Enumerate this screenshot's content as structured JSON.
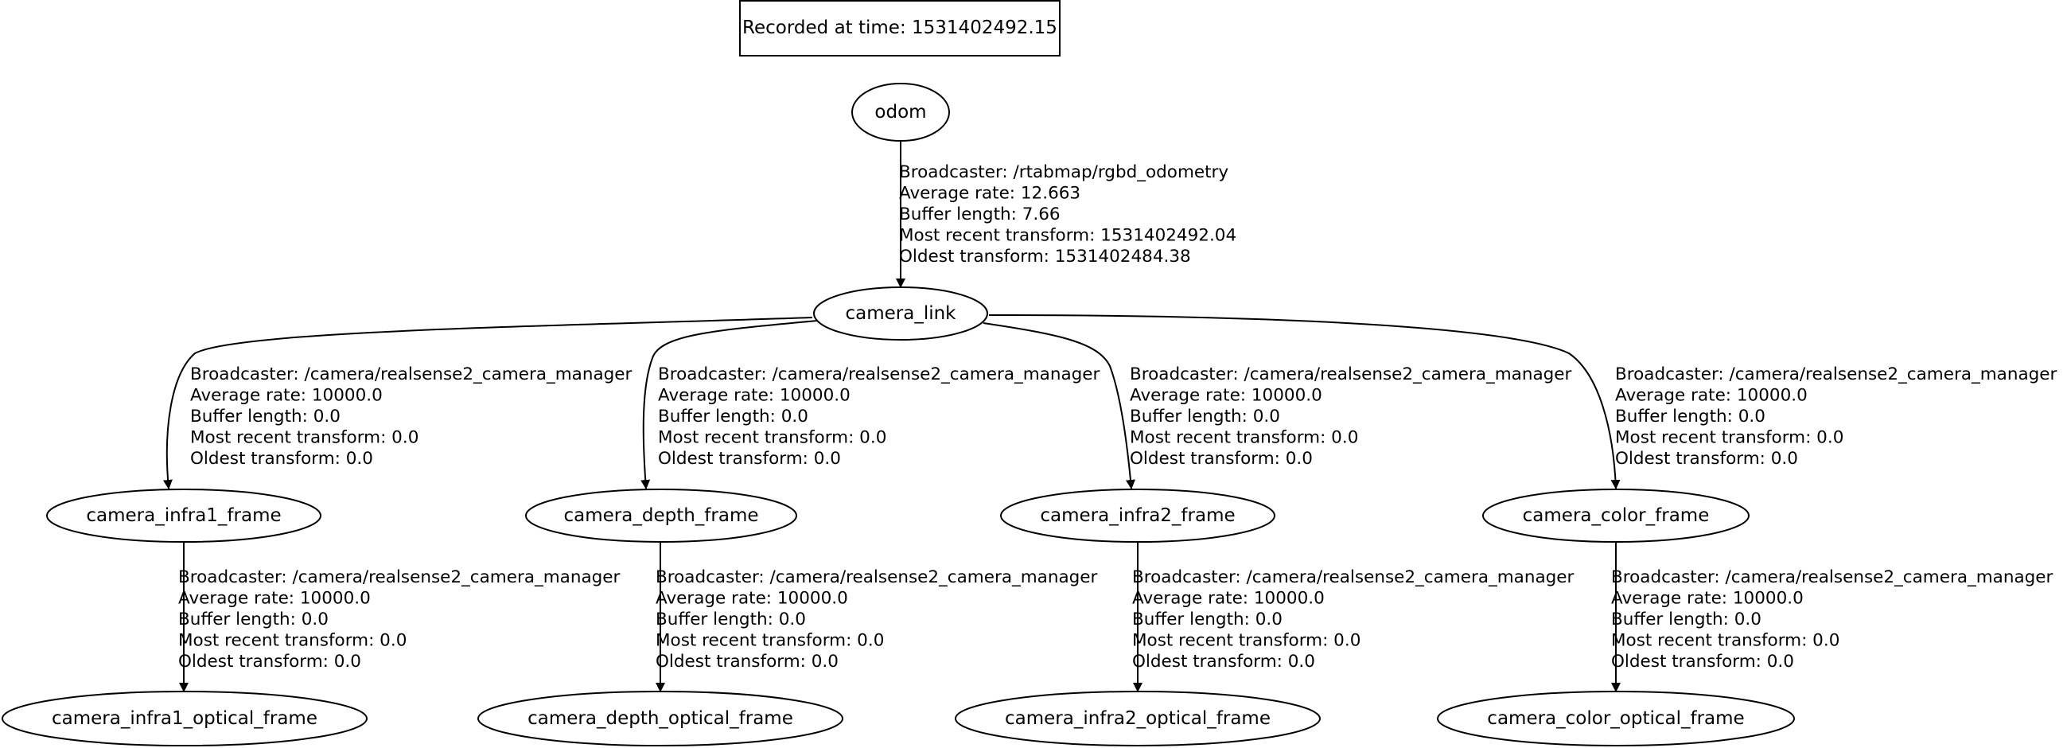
{
  "header": {
    "recorded_label": "Recorded at time: 1531402492.15"
  },
  "nodes": {
    "odom": "odom",
    "camera_link": "camera_link",
    "camera_infra1_frame": "camera_infra1_frame",
    "camera_depth_frame": "camera_depth_frame",
    "camera_infra2_frame": "camera_infra2_frame",
    "camera_color_frame": "camera_color_frame",
    "camera_infra1_optical_frame": "camera_infra1_optical_frame",
    "camera_depth_optical_frame": "camera_depth_optical_frame",
    "camera_infra2_optical_frame": "camera_infra2_optical_frame",
    "camera_color_optical_frame": "camera_color_optical_frame"
  },
  "edges": [
    {
      "from": "odom",
      "to": "camera_link",
      "lines": [
        "Broadcaster: /rtabmap/rgbd_odometry",
        "Average rate: 12.663",
        "Buffer length: 7.66",
        "Most recent transform: 1531402492.04",
        "Oldest transform: 1531402484.38"
      ]
    },
    {
      "from": "camera_link",
      "to": "camera_infra1_frame",
      "lines": [
        "Broadcaster: /camera/realsense2_camera_manager",
        "Average rate: 10000.0",
        "Buffer length: 0.0",
        "Most recent transform: 0.0",
        "Oldest transform: 0.0"
      ]
    },
    {
      "from": "camera_link",
      "to": "camera_depth_frame",
      "lines": [
        "Broadcaster: /camera/realsense2_camera_manager",
        "Average rate: 10000.0",
        "Buffer length: 0.0",
        "Most recent transform: 0.0",
        "Oldest transform: 0.0"
      ]
    },
    {
      "from": "camera_link",
      "to": "camera_infra2_frame",
      "lines": [
        "Broadcaster: /camera/realsense2_camera_manager",
        "Average rate: 10000.0",
        "Buffer length: 0.0",
        "Most recent transform: 0.0",
        "Oldest transform: 0.0"
      ]
    },
    {
      "from": "camera_link",
      "to": "camera_color_frame",
      "lines": [
        "Broadcaster: /camera/realsense2_camera_manager",
        "Average rate: 10000.0",
        "Buffer length: 0.0",
        "Most recent transform: 0.0",
        "Oldest transform: 0.0"
      ]
    },
    {
      "from": "camera_infra1_frame",
      "to": "camera_infra1_optical_frame",
      "lines": [
        "Broadcaster: /camera/realsense2_camera_manager",
        "Average rate: 10000.0",
        "Buffer length: 0.0",
        "Most recent transform: 0.0",
        "Oldest transform: 0.0"
      ]
    },
    {
      "from": "camera_depth_frame",
      "to": "camera_depth_optical_frame",
      "lines": [
        "Broadcaster: /camera/realsense2_camera_manager",
        "Average rate: 10000.0",
        "Buffer length: 0.0",
        "Most recent transform: 0.0",
        "Oldest transform: 0.0"
      ]
    },
    {
      "from": "camera_infra2_frame",
      "to": "camera_infra2_optical_frame",
      "lines": [
        "Broadcaster: /camera/realsense2_camera_manager",
        "Average rate: 10000.0",
        "Buffer length: 0.0",
        "Most recent transform: 0.0",
        "Oldest transform: 0.0"
      ]
    },
    {
      "from": "camera_color_frame",
      "to": "camera_color_optical_frame",
      "lines": [
        "Broadcaster: /camera/realsense2_camera_manager",
        "Average rate: 10000.0",
        "Buffer length: 0.0",
        "Most recent transform: 0.0",
        "Oldest transform: 0.0"
      ]
    }
  ]
}
